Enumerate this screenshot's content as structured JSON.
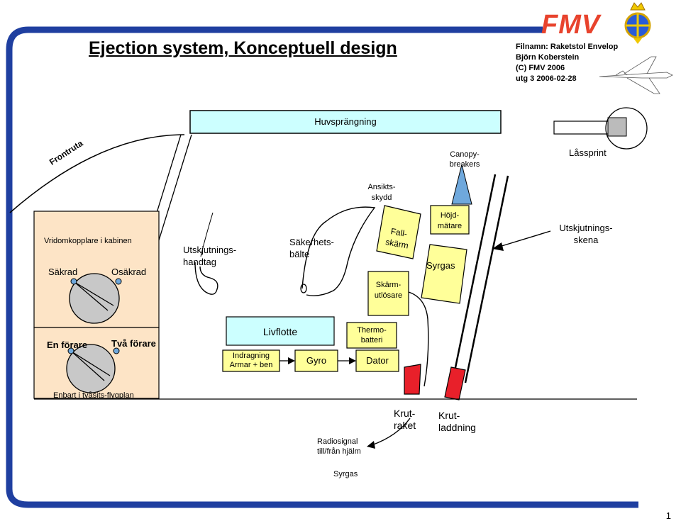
{
  "header": {
    "title": "Ejection system, Konceptuell design",
    "filename": "Filnamn: Raketstol Envelop",
    "author": "Björn Koberstein",
    "copyright": "(C) FMV 2006",
    "version": "utg 3 2006-02-28",
    "logo_text": "FMV"
  },
  "labels": {
    "huvsprangning": "Huvsprängning",
    "frontruta": "Frontruta",
    "canopybreakers": "Canopy-\nbreakers",
    "lassprint": "Låssprint",
    "ansiktsskydd": "Ansikts-\nskydd",
    "vridomkopplare": "Vridomkopplare i kabinen",
    "sakrad": "Säkrad",
    "osakrad": "Osäkrad",
    "utskjutningshandtag": "Utskjutnings-\nhandtag",
    "sakerhetsbalte": "Säkerhets-\nbälte",
    "fallskarm": "Fall-\nskärm",
    "hojdmatare": "Höjd-\nmätare",
    "syrgas_seat": "Syrgas",
    "utskjutningsskena": "Utskjutnings-\nskena",
    "skarmutlosare": "Skärm-\nutlösare",
    "en_forare": "En förare",
    "tva_forare": "Två förare",
    "livflotte": "Livflotte",
    "thermobatteri": "Thermo-\nbatteri",
    "indragning": "Indragning\nArmar + ben",
    "gyro": "Gyro",
    "dator": "Dator",
    "enbart": "Enbart i tvåsits-flygplan",
    "krutraket": "Krut-\nraket",
    "krutladdning": "Krut-\nladdning",
    "radiosignal": "Radiosignal\ntill/från hjälm",
    "syrgas_bottom": "Syrgas"
  },
  "page_number": "1",
  "colors": {
    "frame_blue": "#1f3fa0",
    "cyan_box": "#ccffff",
    "peach_box": "#fde4c6",
    "yellow_box": "#ffff99",
    "red_tube": "#e8202a",
    "canopy_blue": "#6fa8dc",
    "fmv_red": "#e8432d"
  }
}
